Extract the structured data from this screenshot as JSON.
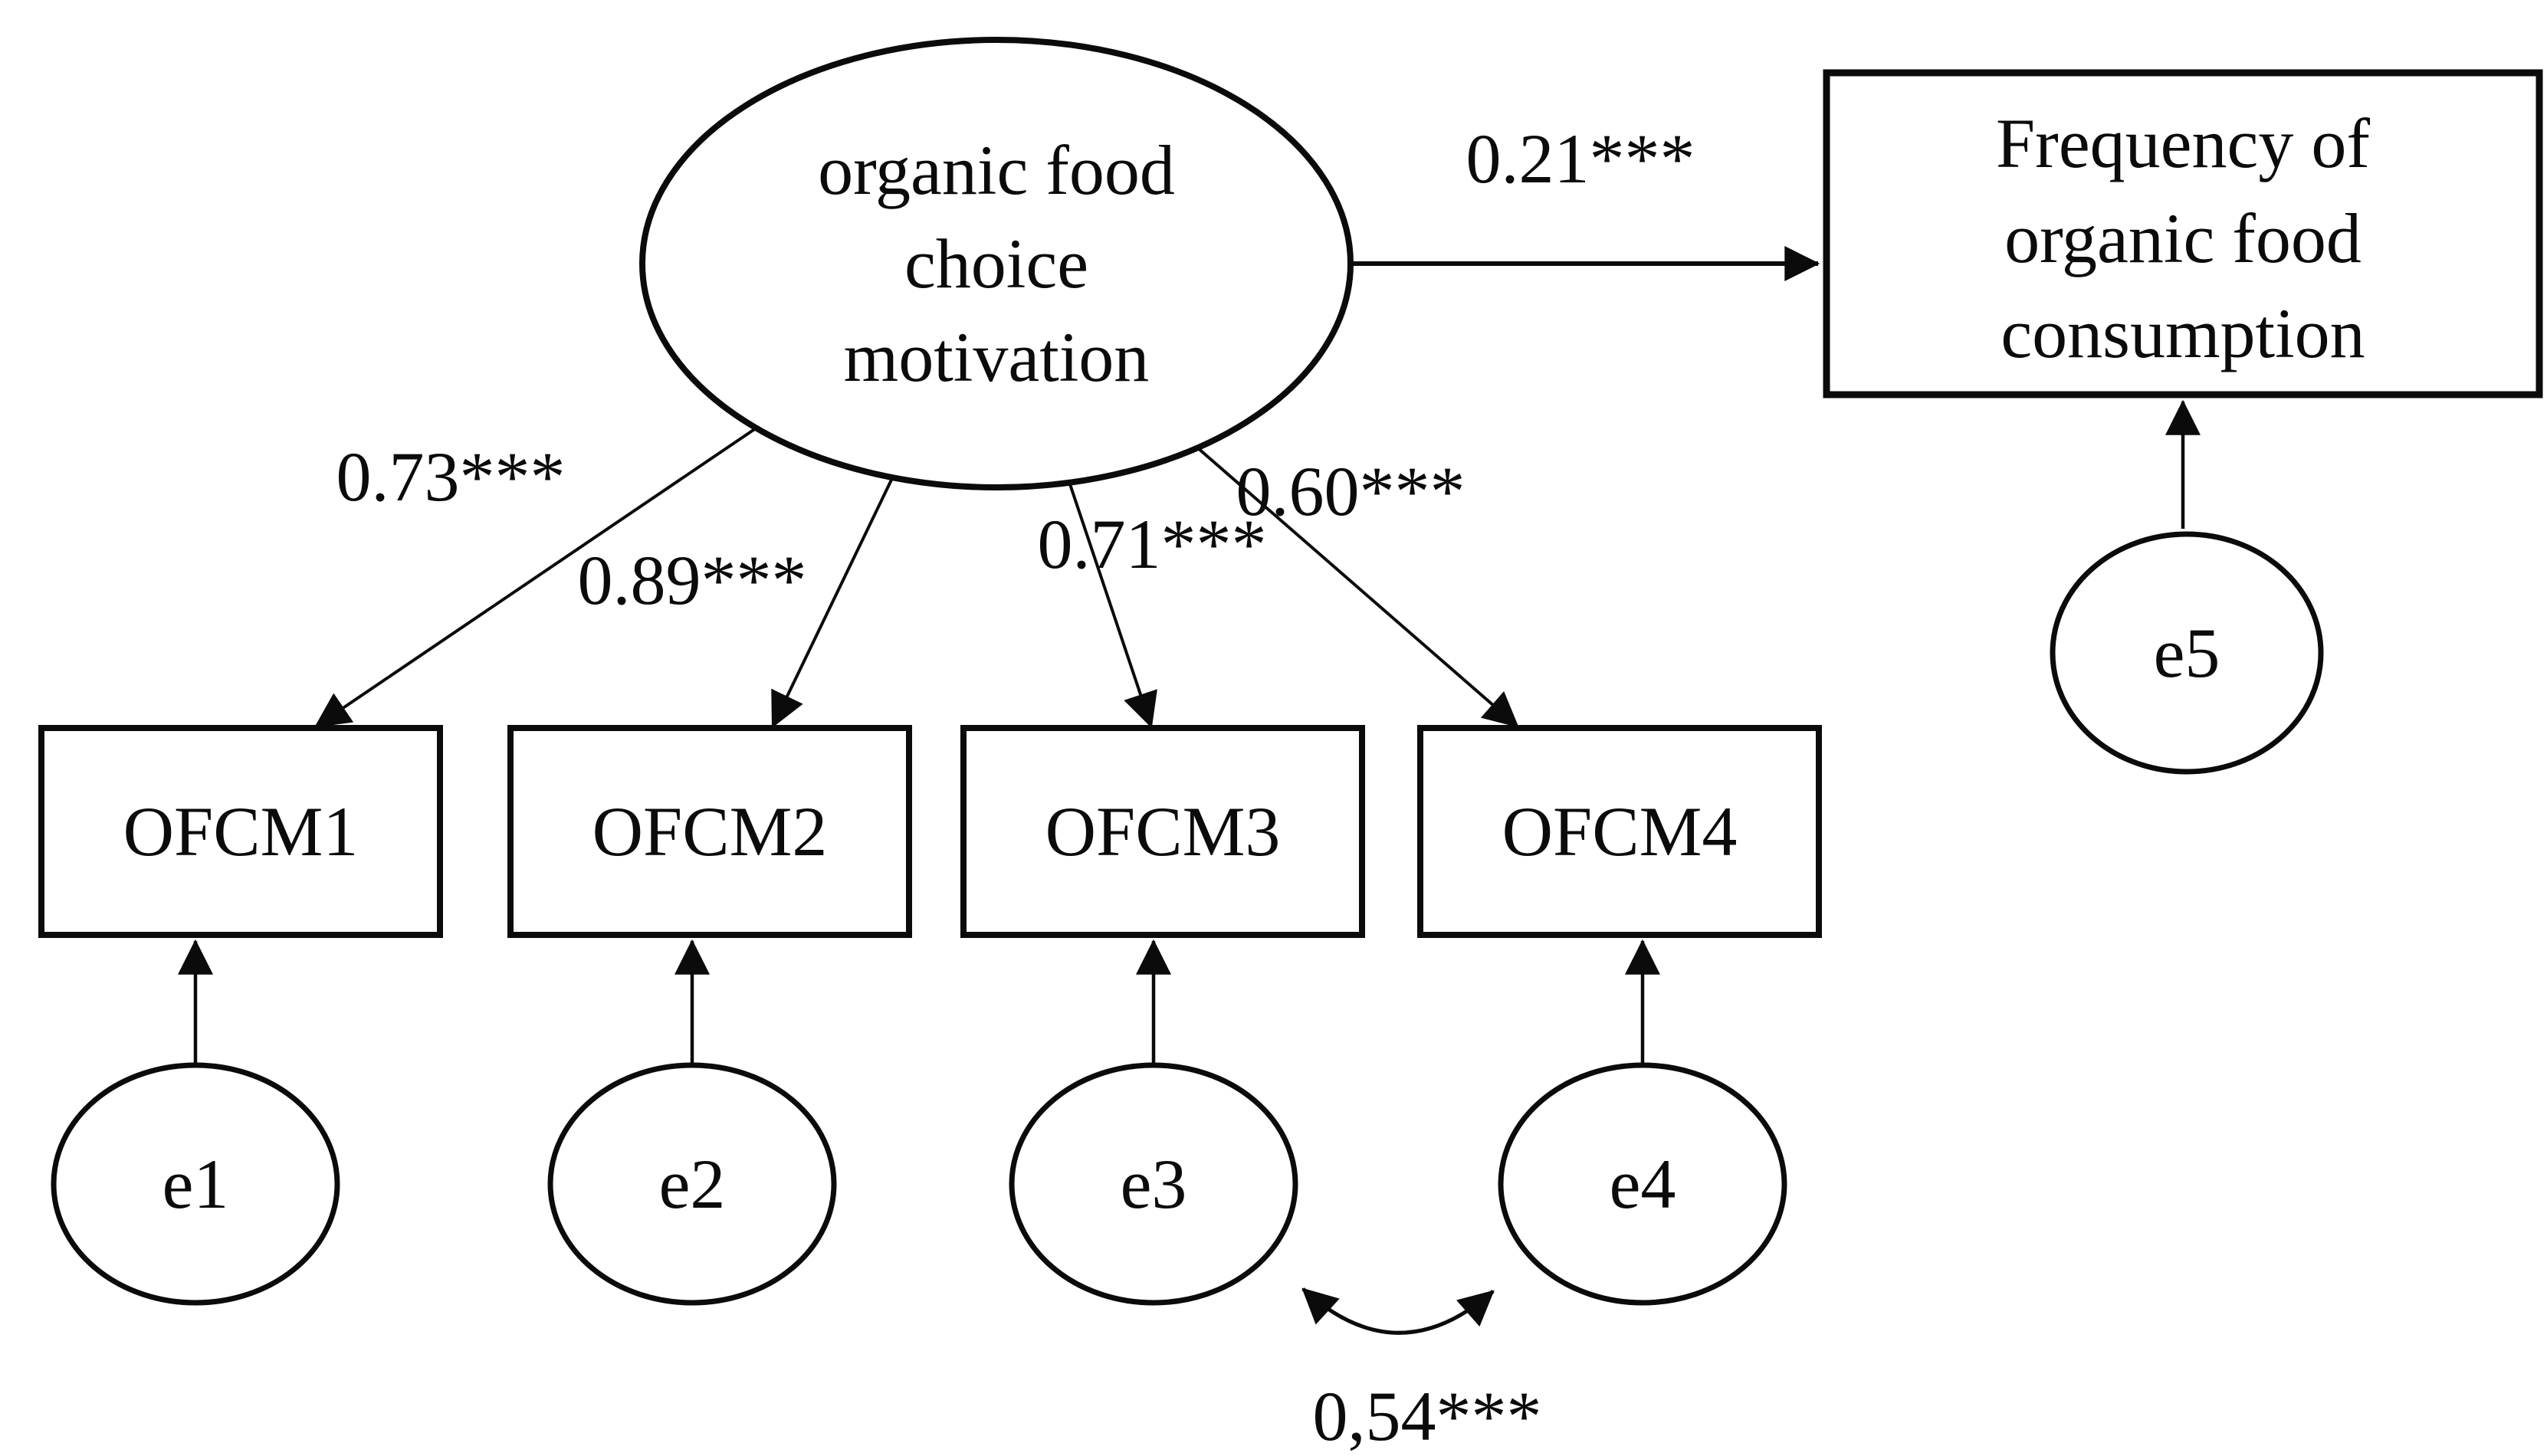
{
  "diagram": {
    "type": "sem-path-diagram",
    "latent": {
      "label_lines": [
        "organic food",
        "choice",
        "motivation"
      ]
    },
    "outcome": {
      "label_lines": [
        "Frequency of",
        "organic food",
        "consumption"
      ],
      "error_label": "e5"
    },
    "regression_path": {
      "from": "organic food choice motivation",
      "to": "Frequency of organic food consumption",
      "coefficient": "0.21***"
    },
    "indicators": [
      {
        "label": "OFCM1",
        "loading": "0.73***",
        "error_label": "e1"
      },
      {
        "label": "OFCM2",
        "loading": "0.89***",
        "error_label": "e2"
      },
      {
        "label": "OFCM3",
        "loading": "0.71***",
        "error_label": "e3"
      },
      {
        "label": "OFCM4",
        "loading": "0.60***",
        "error_label": "e4"
      }
    ],
    "error_covariance": {
      "between": [
        "e3",
        "e4"
      ],
      "coefficient": "0,54***"
    },
    "colors": {
      "ink": "#0b0b0b",
      "background": "#ffffff"
    }
  }
}
